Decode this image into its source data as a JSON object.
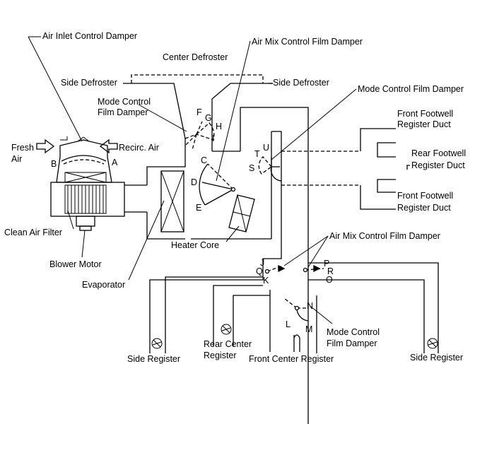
{
  "labels": {
    "air_inlet_damper": "Air Inlet Control Damper",
    "air_mix_top": "Air Mix Control Film Damper",
    "center_defroster": "Center Defroster",
    "side_defroster_left": "Side Defroster",
    "side_defroster_right": "Side Defroster",
    "mode_control_top": "Mode Control Film Damper",
    "mode_control_left_1": "Mode Control",
    "mode_control_left_2": "Film Damper",
    "front_footwell_top_1": "Front Footwell",
    "front_footwell_top_2": "Register Duct",
    "fresh_air_1": "Fresh",
    "fresh_air_2": "Air",
    "recirc_air": "Recirc. Air",
    "rear_footwell_1": "Rear Footwell",
    "rear_footwell_2": "Register Duct",
    "front_footwell_bottom_1": "Front Footwell",
    "front_footwell_bottom_2": "Register Duct",
    "clean_air_filter": "Clean Air Filter",
    "heater_core": "Heater Core",
    "air_mix_bottom": "Air Mix Control Film Damper",
    "blower_motor": "Blower Motor",
    "evaporator": "Evaporator",
    "mode_control_bottom_1": "Mode Control",
    "mode_control_bottom_2": "Film Damper",
    "rear_center_1": "Rear Center",
    "rear_center_2": "Register",
    "side_register_left": "Side Register",
    "front_center_register": "Front Center Register",
    "side_register_right": "Side Register"
  },
  "letters": {
    "A": "A",
    "B": "B",
    "C": "C",
    "D": "D",
    "E": "E",
    "F": "F",
    "G": "G",
    "H": "H",
    "I": "I",
    "J": "J",
    "K": "K",
    "L": "L",
    "M": "M",
    "N": "N",
    "O": "O",
    "P": "P",
    "Q": "Q",
    "R": "R",
    "S": "S",
    "T": "T",
    "U": "U"
  },
  "icons": {
    "fresh_arrow": "hollow-arrow-right",
    "recirc_arrow": "hollow-arrow-left",
    "register_vent": "vent-circle-icon"
  }
}
